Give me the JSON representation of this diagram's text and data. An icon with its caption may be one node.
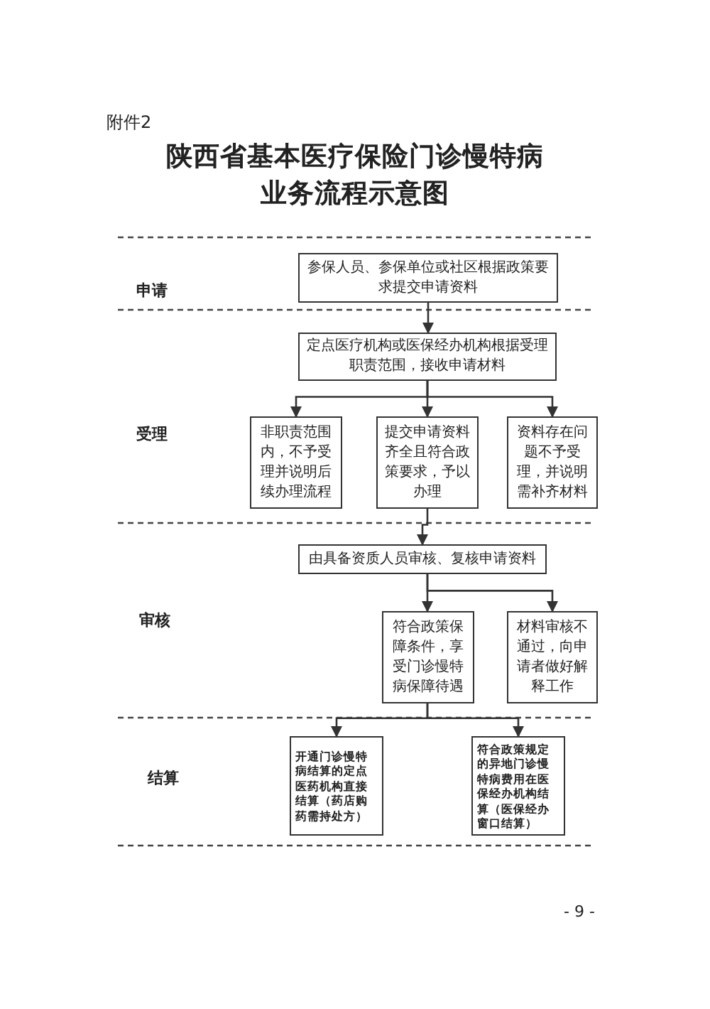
{
  "diagram": {
    "title": "陕西省基本医疗保险门诊慢特病业务流程示意图",
    "nodes": [
      {
        "text": [
          "参保人员、参保单位或社区根据政策要求提交申请资料"
        ]
      },
      {
        "text": [
          "定点医疗机构或医保经办机构根据受理职责范围，接收申请材料"
        ]
      },
      {
        "text": [
          "非职责范围内，不予受理并说明后续办理流程"
        ]
      },
      {
        "text": [
          "提交申请资料齐全且符合政策要求，予以办理"
        ]
      },
      {
        "text": [
          "资料存在问题不予受理，并说明需补齐材料"
        ]
      },
      {
        "text": [
          "由具备资质人员审核、复核申请资料"
        ]
      },
      {
        "text": [
          "符合政策保障条件，享受门诊慢特病保障待遇"
        ]
      },
      {
        "text": [
          "材料审核不通过，向申请者做好解释工作"
        ]
      },
      {
        "text": [
          "开通门诊慢特病结算的定点医药机构直接结算（药店购药需持处方）"
        ]
      },
      {
        "text": [
          "符合政策规定的异地门诊慢特病费用在医保经办机构结算（医保经办窗口结算）"
        ]
      }
    ],
    "edges": [
      {
        "from": 0,
        "to": 1,
        "arrow": "to"
      },
      {
        "from": 1,
        "to": 2,
        "arrow": "to"
      },
      {
        "from": 1,
        "to": 3,
        "arrow": "to"
      },
      {
        "from": 1,
        "to": 4,
        "arrow": "to"
      },
      {
        "from": 3,
        "to": 5,
        "arrow": "to"
      },
      {
        "from": 5,
        "to": 6,
        "arrow": "to"
      },
      {
        "from": 5,
        "to": 7,
        "arrow": "to"
      },
      {
        "from": 6,
        "to": 8,
        "arrow": "to"
      },
      {
        "from": 6,
        "to": 9,
        "arrow": "to"
      }
    ],
    "labels": [
      "附件2",
      "申请",
      "受理",
      "审核",
      "结算",
      "- 9 -"
    ]
  }
}
